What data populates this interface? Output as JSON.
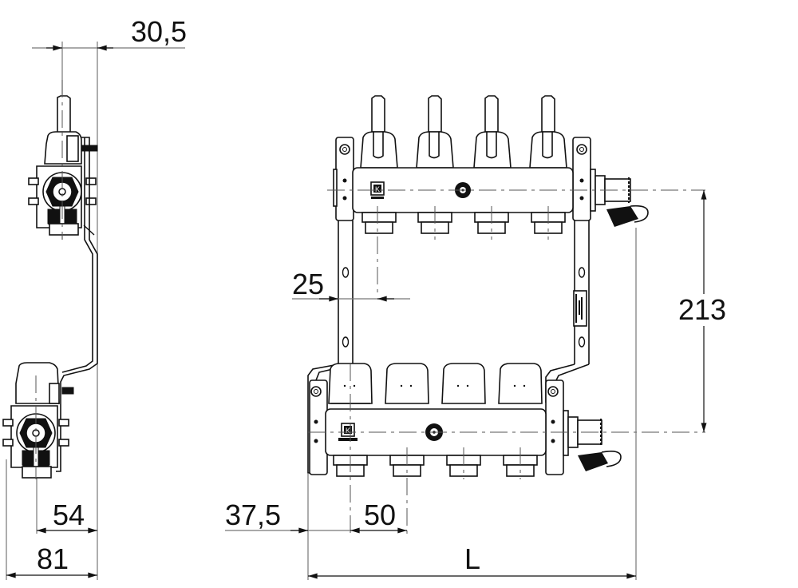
{
  "drawing": {
    "subject": "Manifold dimension drawing",
    "views": [
      "side-view",
      "front-view"
    ],
    "outlets_count": 4,
    "line_color": "#111111",
    "dimension_line_color": "#777777",
    "background": "#ffffff"
  },
  "dimensions": {
    "side_top_width": "30,5",
    "side_bracket_depth": "54",
    "side_total_depth": "81",
    "front_bracket_offset": "25",
    "front_center_height": "213",
    "front_first_outlet_offset": "37,5",
    "front_outlet_spacing": "50",
    "front_total_length": "L"
  },
  "labels": {
    "upper_bar_logo": "K",
    "lower_bar_logo": "K"
  }
}
